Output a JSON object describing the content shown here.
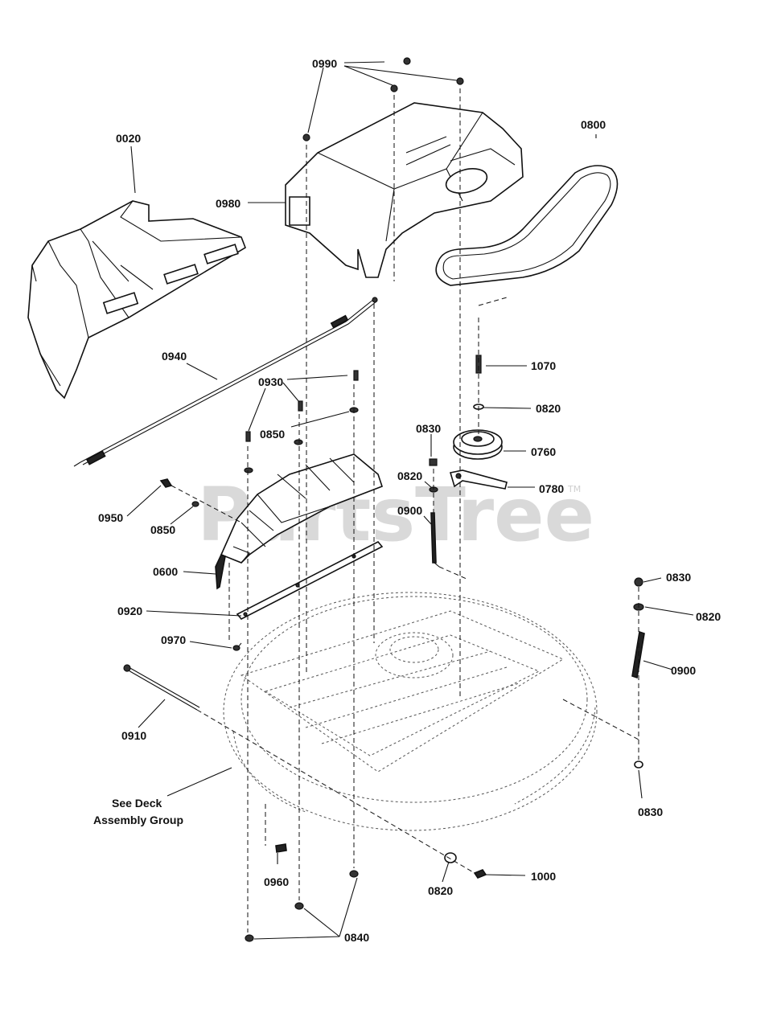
{
  "watermark": {
    "text": "PartsTree",
    "tm": "TM"
  },
  "labels": {
    "p0990": "0990",
    "p0020": "0020",
    "p0800": "0800",
    "p0980": "0980",
    "p0940": "0940",
    "p0930": "0930",
    "p0850a": "0850",
    "p1070": "1070",
    "p0820a": "0820",
    "p0830a": "0830",
    "p0760": "0760",
    "p0820b": "0820",
    "p0780": "0780",
    "p0950": "0950",
    "p0850b": "0850",
    "p0900a": "0900",
    "p0600": "0600",
    "p0920": "0920",
    "p0830b": "0830",
    "p0820c": "0820",
    "p0970": "0970",
    "p0900b": "0900",
    "p0910": "0910",
    "p0830c": "0830",
    "deck1": "See Deck",
    "deck2": "Assembly Group",
    "p0960": "0960",
    "p0820d": "0820",
    "p1000": "1000",
    "p0840": "0840"
  }
}
